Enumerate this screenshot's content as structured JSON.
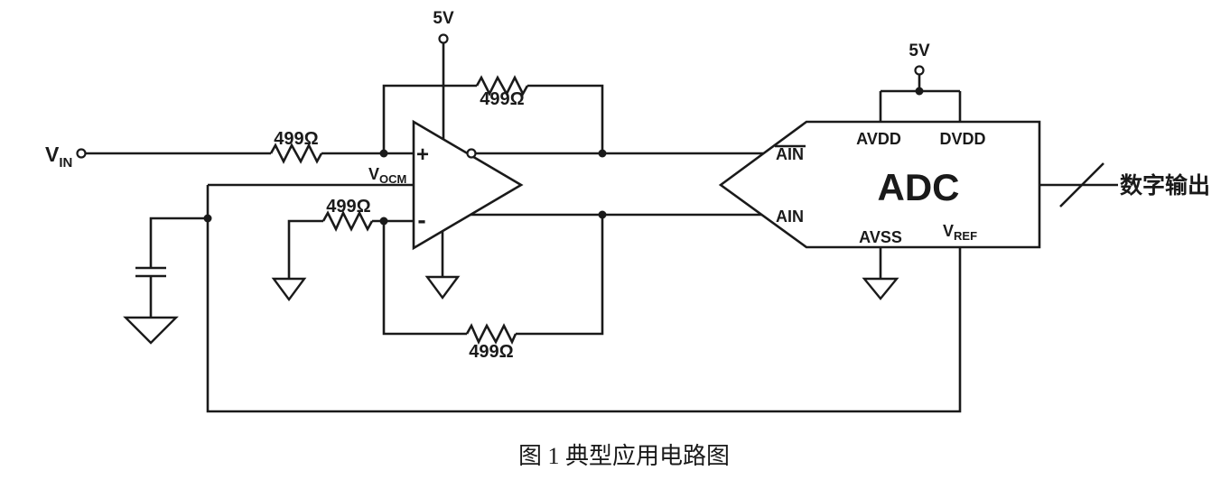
{
  "caption": "图 1 典型应用电路图",
  "colors": {
    "ink": "#1a1a1a",
    "background": "#ffffff"
  },
  "input": {
    "label_main": "V",
    "label_sub": "IN"
  },
  "supplies": {
    "amp_5v": "5V",
    "adc_5v": "5V"
  },
  "resistors": {
    "input_top": "499Ω",
    "feedback_top": "499Ω",
    "input_bottom": "499Ω",
    "feedback_bottom": "499Ω"
  },
  "amplifier": {
    "noninverting": "+",
    "inverting": "-",
    "vocm_main": "V",
    "vocm_sub": "OCM"
  },
  "adc": {
    "name": "ADC",
    "pin_ain_inverted": "AIN",
    "pin_ain": "AIN",
    "pin_avdd": "AVDD",
    "pin_dvdd": "DVDD",
    "pin_avss": "AVSS",
    "pin_vref_main": "V",
    "pin_vref_sub": "REF"
  },
  "output": {
    "bus_label": "数字输出"
  }
}
